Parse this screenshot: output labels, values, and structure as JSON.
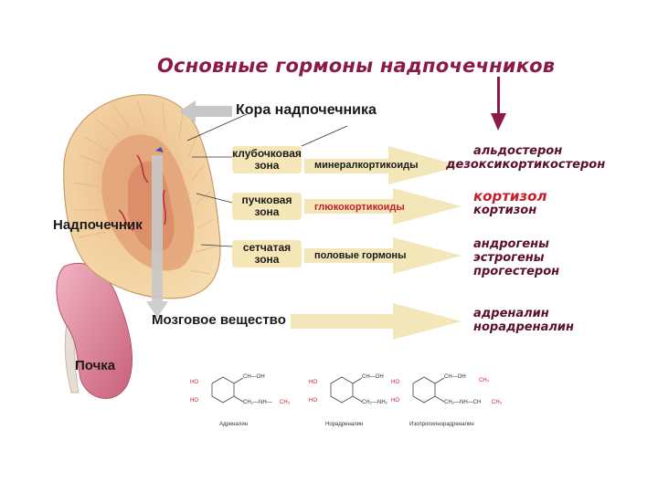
{
  "title": "Основные гормоны надпочечников",
  "labels": {
    "cortex": "Кора надпочечника",
    "adrenal": "Надпочечник",
    "kidney": "Почка",
    "medulla": "Мозговое вещество"
  },
  "zones": [
    {
      "line1": "клубочковая",
      "line2": "зона",
      "hormone": "минералкортикоиды",
      "results": [
        "альдостерон",
        "дезоксикортикостерон"
      ]
    },
    {
      "line1": "пучковая",
      "line2": "зона",
      "hormone": "глюкокортикоиды",
      "results": [
        "кортизол",
        "кортизон"
      ]
    },
    {
      "line1": "сетчатая",
      "line2": "зона",
      "hormone": "половые гормоны",
      "results": [
        "андрогены",
        "эстрогены",
        "прогестерон"
      ]
    }
  ],
  "medulla_results": [
    "адреналин",
    "норадреналин"
  ],
  "chemicals": [
    "Адреналин",
    "Норадреналин",
    "Изопропилнорадреналин"
  ],
  "colors": {
    "title": "#8b1a4a",
    "accent_red": "#c41e2c",
    "result": "#5a0f2e",
    "arrow": "#f3e6b8",
    "zone_box": "#f6e7b9",
    "gray_arrow": "#c7c7c7"
  }
}
